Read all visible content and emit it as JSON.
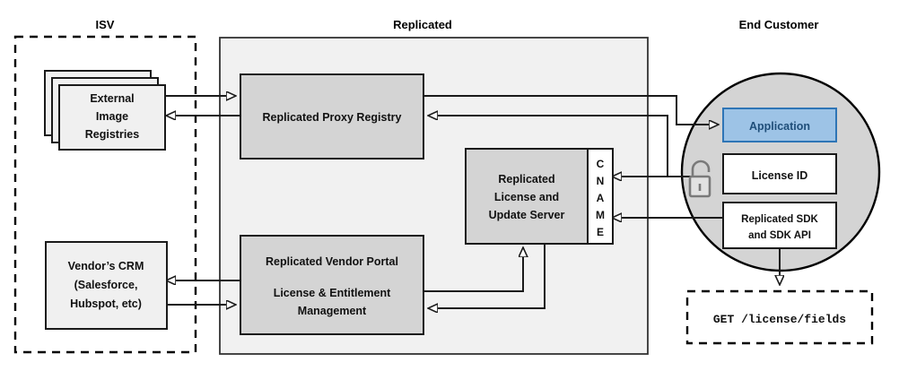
{
  "zones": {
    "isv": {
      "label": "ISV",
      "style": "dashed-region"
    },
    "replicated": {
      "label": "Replicated",
      "style": "filled-region"
    },
    "end_customer": {
      "label": "End Customer",
      "style": "circle-region"
    }
  },
  "nodes": {
    "external_registries": {
      "line1": "External",
      "line2": "Image",
      "line3": "Registries",
      "stacked": "3"
    },
    "vendor_crm": {
      "line1": "Vendor’s CRM",
      "line2": "(Salesforce,",
      "line3": "Hubspot, etc)"
    },
    "proxy_registry": {
      "label": "Replicated Proxy Registry"
    },
    "license_update_server": {
      "line1": "Replicated",
      "line2": "License and",
      "line3": "Update Server"
    },
    "cname": {
      "label": "CNAME",
      "letters": [
        "C",
        "N",
        "A",
        "M",
        "E"
      ]
    },
    "vendor_portal": {
      "line1": "Replicated Vendor Portal",
      "line2": "License & Entitlement",
      "line3": "Management"
    },
    "application": {
      "label": "Application"
    },
    "license_id": {
      "label": "License ID"
    },
    "replicated_sdk": {
      "line1": "Replicated SDK",
      "line2": "and SDK API"
    },
    "api_endpoint": {
      "label": "GET /license/fields"
    },
    "lock": {
      "name": "open-padlock-icon"
    }
  },
  "colors": {
    "zone_fill": "#f1f1f1",
    "node_gray": "#d4d4d4",
    "node_light": "#f0f0f0",
    "node_white": "#ffffff",
    "application_fill": "#9DC3E6",
    "application_stroke": "#2E75B6",
    "application_text": "#1F4E79",
    "circle_fill": "#d4d4d4",
    "stroke": "#1a1a1a",
    "lock": "#7a7a7a"
  }
}
